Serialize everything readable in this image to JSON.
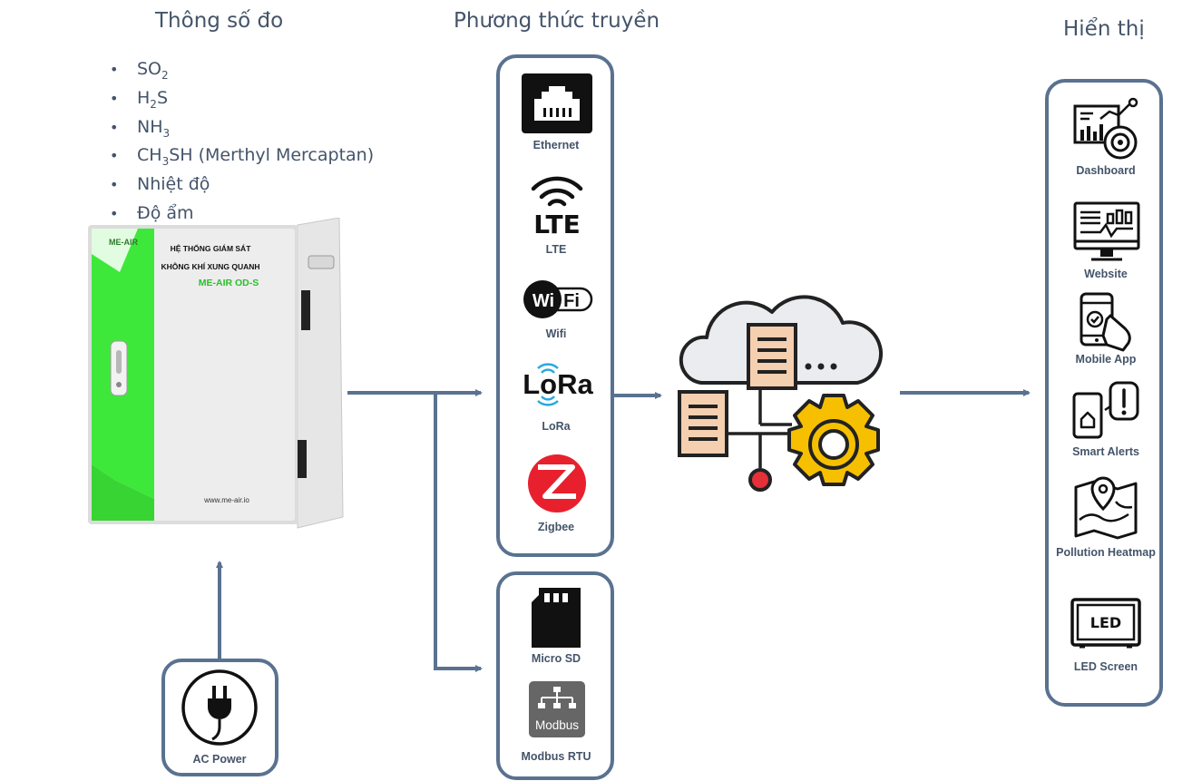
{
  "headings": {
    "measurements": "Thông số đo",
    "transmission": "Phương thức truyền",
    "display": "Hiển thị"
  },
  "measurements": [
    {
      "pre": "SO",
      "sub": "2",
      "post": ""
    },
    {
      "pre": "H",
      "sub": "2",
      "post": "S"
    },
    {
      "pre": "NH",
      "sub": "3",
      "post": ""
    },
    {
      "pre": "CH",
      "sub": "3",
      "post": "SH (Merthyl Mercaptan)"
    },
    {
      "pre": "Nhiệt độ",
      "sub": "",
      "post": ""
    },
    {
      "pre": "Độ ẩm",
      "sub": "",
      "post": ""
    }
  ],
  "device": {
    "brand": "ME-AIR",
    "title_line1": "HỆ THỐNG GIÁM SÁT",
    "title_line2": "KHÔNG KHÍ XUNG QUANH",
    "model": "ME-AIR OD-S",
    "website": "www.me-air.io",
    "accent_color": "#3ee83a"
  },
  "power": {
    "label": "AC Power"
  },
  "wireless": [
    {
      "label": "Ethernet",
      "icon": "ethernet-icon"
    },
    {
      "label": "LTE",
      "icon": "lte-icon",
      "icon_text": "LTE"
    },
    {
      "label": "Wifi",
      "icon": "wifi-icon",
      "icon_text_a": "Wi",
      "icon_text_b": "Fi"
    },
    {
      "label": "LoRa",
      "icon": "lora-icon",
      "icon_text": "LoRa"
    },
    {
      "label": "Zigbee",
      "icon": "zigbee-icon"
    }
  ],
  "wired": [
    {
      "label": "Micro SD",
      "icon": "sd-card-icon"
    },
    {
      "label": "Modbus RTU",
      "icon": "modbus-icon",
      "icon_text": "Modbus"
    }
  ],
  "display": [
    {
      "label": "Dashboard",
      "icon": "dashboard-icon"
    },
    {
      "label": "Website",
      "icon": "website-icon"
    },
    {
      "label": "Mobile App",
      "icon": "mobile-app-icon"
    },
    {
      "label": "Smart Alerts",
      "icon": "smart-alerts-icon"
    },
    {
      "label": "Pollution Heatmap",
      "icon": "heatmap-icon"
    },
    {
      "label": "LED Screen",
      "icon": "led-screen-icon",
      "icon_text": "LED"
    }
  ],
  "colors": {
    "text": "#44546a",
    "border": "#5a7290",
    "arrow": "#5a7290"
  }
}
